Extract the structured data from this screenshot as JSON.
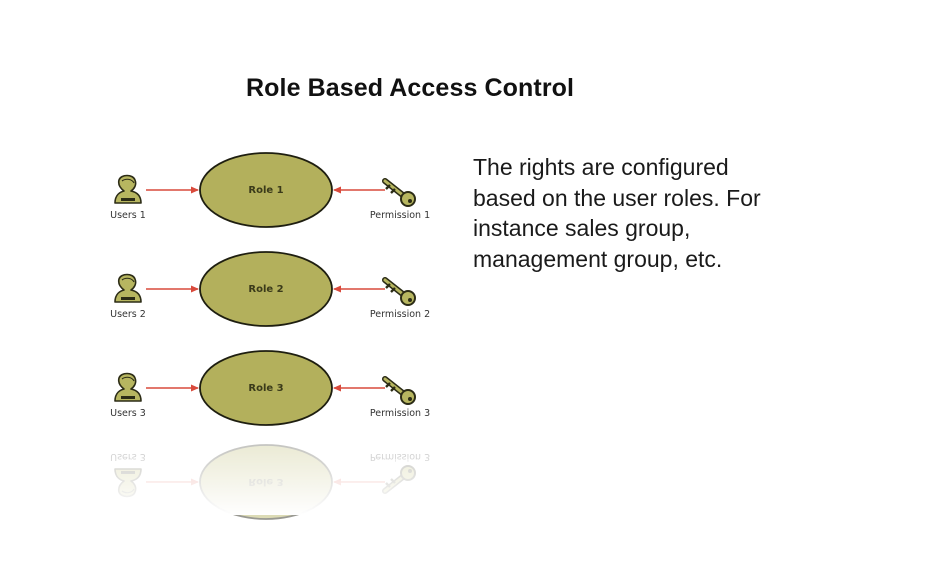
{
  "slide": {
    "title": "Role Based Access Control",
    "description_lines": [
      "The rights are configured",
      "based on the user roles. For",
      "instance sales group,",
      "management group, etc."
    ]
  },
  "diagram": {
    "rows": [
      {
        "user": "Users 1",
        "role": "Role 1",
        "permission": "Permission 1"
      },
      {
        "user": "Users 2",
        "role": "Role 2",
        "permission": "Permission 2"
      },
      {
        "user": "Users 3",
        "role": "Role 3",
        "permission": "Permission 3"
      }
    ],
    "icons": {
      "user": "user-icon",
      "permission": "key-icon"
    },
    "colors": {
      "role_fill": "#b3b05c",
      "role_stroke": "#1e1e10",
      "arrow": "#d94a3c",
      "icon_fill": "#b7b660",
      "icon_stroke": "#2c2c16"
    }
  }
}
